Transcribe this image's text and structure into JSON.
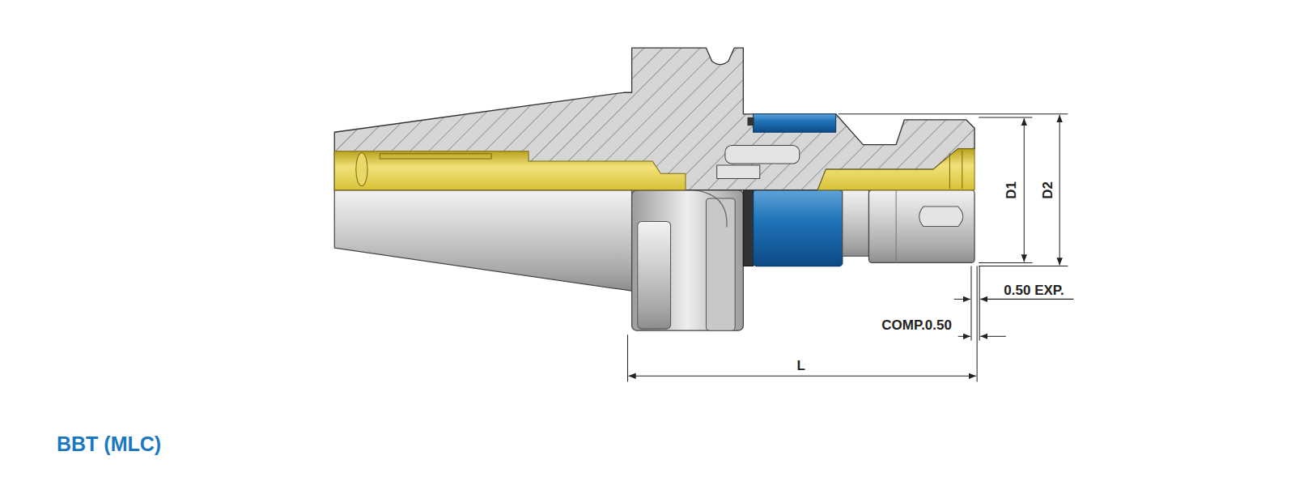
{
  "diagram": {
    "title": "BBT (MLC)",
    "labels": [
      "D1",
      "D2",
      "0.50 EXP.",
      "COMP.0.50",
      "L"
    ]
  }
}
